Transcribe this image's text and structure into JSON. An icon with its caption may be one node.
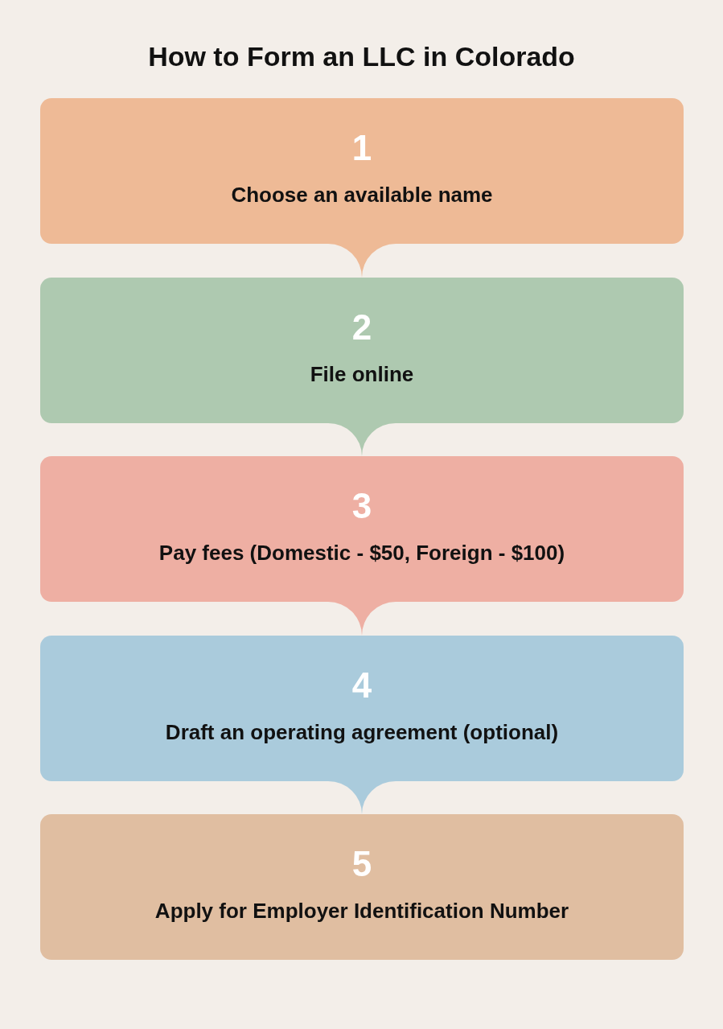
{
  "diagram": {
    "title": "How to Form an LLC in Colorado",
    "nodes": [
      {
        "text": [
          "1",
          "Choose an available name"
        ]
      },
      {
        "text": [
          "2",
          "File online"
        ]
      },
      {
        "text": [
          "3",
          "Pay fees (Domestic - $50, Foreign - $100)"
        ]
      },
      {
        "text": [
          "4",
          "Draft an operating agreement (optional)"
        ]
      },
      {
        "text": [
          "5",
          "Apply for Employer Identification Number"
        ]
      }
    ],
    "edges": [
      {
        "from": 0,
        "to": 1,
        "arrow": "to",
        "color": "#eeba96"
      },
      {
        "from": 1,
        "to": 2,
        "arrow": "to",
        "color": "#aec9b0"
      },
      {
        "from": 2,
        "to": 3,
        "arrow": "to",
        "color": "#eeafa3"
      },
      {
        "from": 3,
        "to": 4,
        "arrow": "to",
        "color": "#aacbdc"
      }
    ]
  }
}
